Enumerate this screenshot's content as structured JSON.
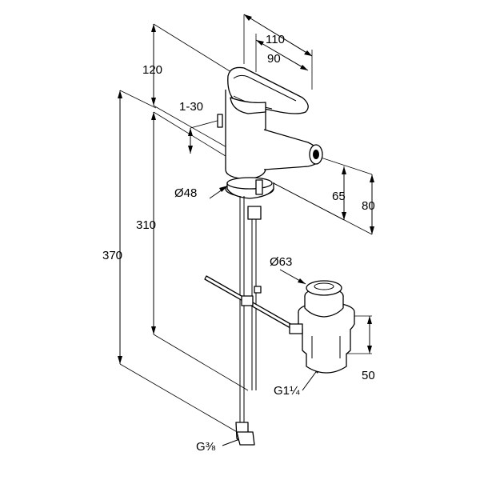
{
  "dimensions": {
    "width_overall": "110",
    "width_lever": "90",
    "height_lever": "120",
    "lift_rod": "1-30",
    "body_diameter": "Ø48",
    "spout_height_65": "65",
    "spout_height_80": "80",
    "height_310": "310",
    "height_370": "370",
    "waste_diameter": "Ø63",
    "waste_height": "50",
    "waste_thread": "G1¼",
    "supply_thread": "G⅜"
  }
}
